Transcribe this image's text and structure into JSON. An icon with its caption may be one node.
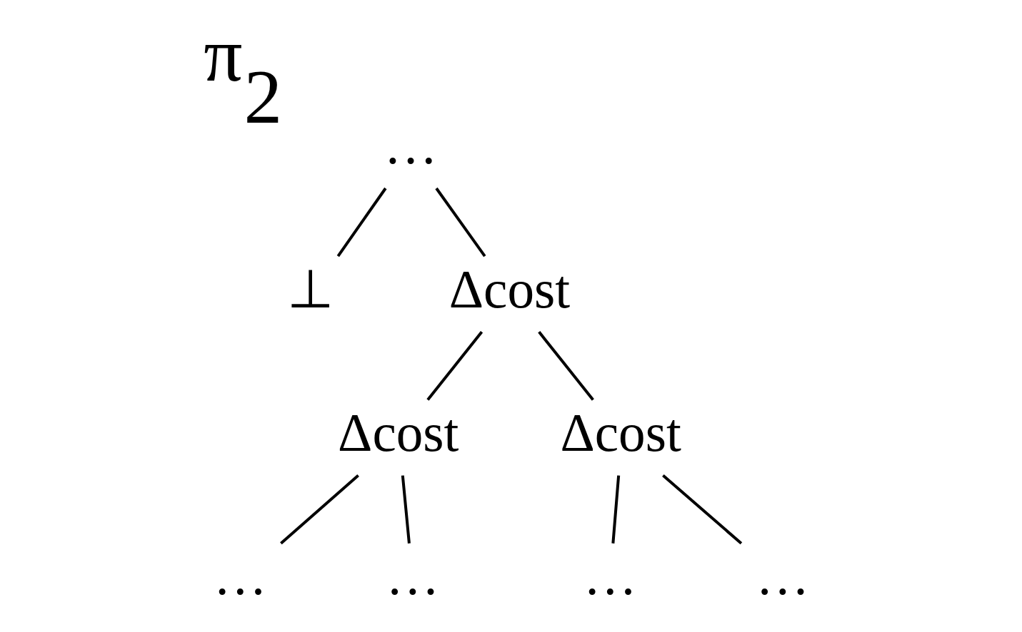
{
  "diagram": {
    "title": "π$_{2}$",
    "nodes": [
      {
        "text": [
          "…"
        ]
      },
      {
        "text": [
          "⊥"
        ]
      },
      {
        "text": [
          "Δcost"
        ]
      },
      {
        "text": [
          "Δcost"
        ]
      },
      {
        "text": [
          "Δcost"
        ]
      },
      {
        "text": [
          "…"
        ]
      },
      {
        "text": [
          "…"
        ]
      },
      {
        "text": [
          "…"
        ]
      },
      {
        "text": [
          "…"
        ]
      }
    ],
    "edges": [
      {
        "from": 0,
        "to": 1,
        "arrow": "none"
      },
      {
        "from": 0,
        "to": 2,
        "arrow": "none"
      },
      {
        "from": 2,
        "to": 3,
        "arrow": "none"
      },
      {
        "from": 2,
        "to": 4,
        "arrow": "none"
      },
      {
        "from": 3,
        "to": 5,
        "arrow": "none"
      },
      {
        "from": 3,
        "to": 6,
        "arrow": "none"
      },
      {
        "from": 4,
        "to": 7,
        "arrow": "none"
      },
      {
        "from": 4,
        "to": 8,
        "arrow": "none"
      }
    ]
  }
}
